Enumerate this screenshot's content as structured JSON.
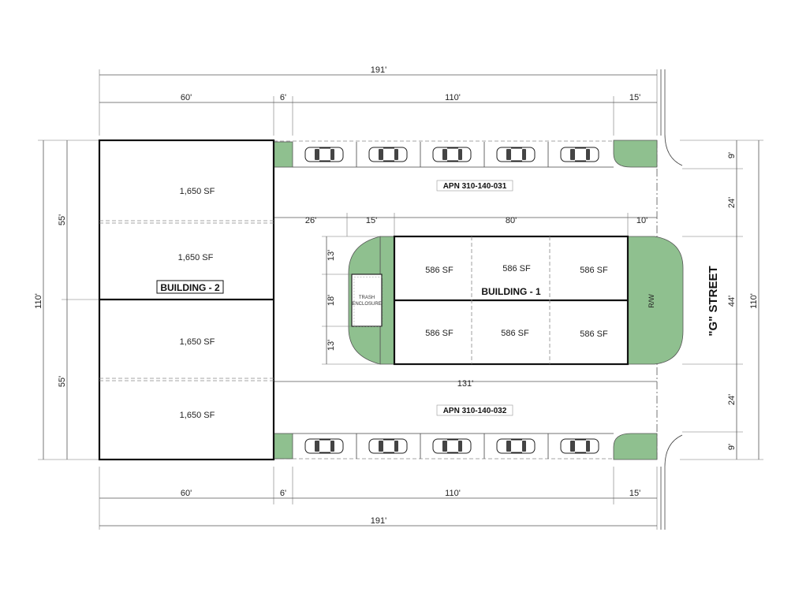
{
  "dimensions": {
    "top_total": "191'",
    "top_60": "60'",
    "top_6": "6'",
    "top_110": "110'",
    "top_15": "15'",
    "bottom_total": "191'",
    "bottom_60": "60'",
    "bottom_6": "6'",
    "bottom_110": "110'",
    "bottom_15": "15'",
    "left_total": "110'",
    "left_upper": "55'",
    "left_lower": "55'",
    "right_total": "110'",
    "right_9_top": "9'",
    "right_24_top": "24'",
    "right_44": "44'",
    "right_24_bottom": "24'",
    "right_9_bottom": "9'",
    "inner_26": "26'",
    "inner_15": "15'",
    "inner_80": "80'",
    "inner_10": "10'",
    "trash_13_top": "13'",
    "trash_18": "18'",
    "trash_13_bottom": "13'",
    "span_131": "131'"
  },
  "building2": {
    "label": "BUILDING - 2",
    "units": [
      "1,650 SF",
      "1,650 SF",
      "1,650 SF",
      "1,650 SF"
    ]
  },
  "building1": {
    "label": "BUILDING - 1",
    "units_top": [
      "586 SF",
      "586 SF",
      "586 SF"
    ],
    "units_bottom": [
      "586 SF",
      "586 SF",
      "586 SF"
    ]
  },
  "apn_north": "APN 310-140-031",
  "apn_south": "APN 310-140-032",
  "trash": {
    "line1": "TRASH",
    "line2": "ENCLOSURE"
  },
  "rw_label": "R/W",
  "street_label": "\"G\" STREET",
  "colors": {
    "landscape": "#8fc08f",
    "lines": "#111111"
  }
}
